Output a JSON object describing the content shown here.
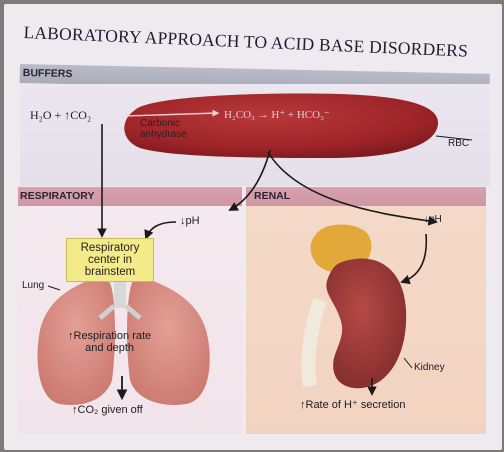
{
  "title": "LABORATORY APPROACH TO ACID BASE DISORDERS",
  "sections": {
    "buffers": "BUFFERS",
    "respiratory": "RESPIRATORY",
    "renal": "RENAL"
  },
  "buffers": {
    "equation_left": "H₂O + ↑CO₂",
    "enzyme_line1": "Carbonic",
    "enzyme_line2": "anhydrase",
    "reaction": "H₂CO₃ → H⁺ + HCO₃⁻",
    "rbc_label": "RBC"
  },
  "respiratory": {
    "ph": "↓pH",
    "center_line1": "Respiratory",
    "center_line2": "center in",
    "center_line3": "brainstem",
    "lung_label": "Lung",
    "rate_line1": "↑Respiration rate",
    "rate_line2": "and depth",
    "co2_out": "↑CO₂ given off"
  },
  "renal": {
    "ph": "↓pH",
    "kidney_label": "Kidney",
    "secretion": "↑Rate of H⁺ secretion"
  },
  "colors": {
    "rbc": "#a62a2e",
    "respiratory_center": "#f3eb8a",
    "lung": "#d98b82",
    "kidney": "#9e3b3a",
    "adrenal": "#e3a83a"
  }
}
